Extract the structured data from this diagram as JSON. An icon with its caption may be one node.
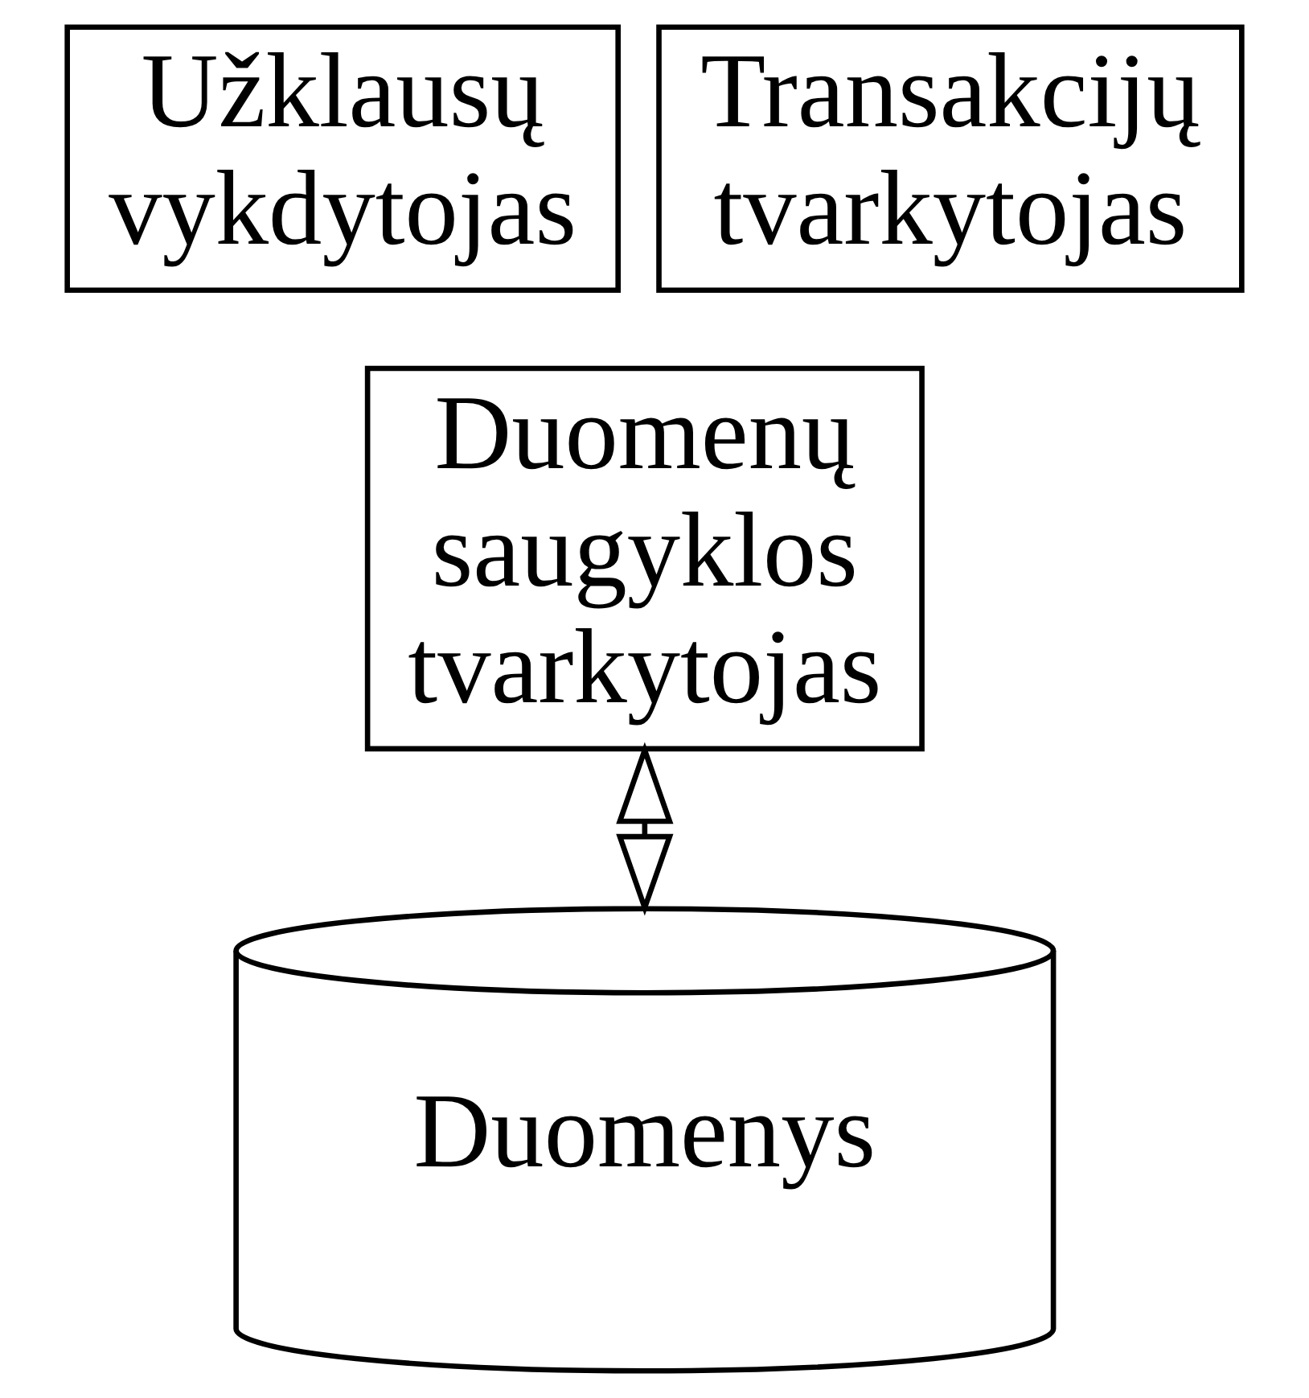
{
  "diagram": {
    "nodes": [
      {
        "text": [
          "Užklausų vykdytojas"
        ]
      },
      {
        "text": [
          "Transakcijų tvarkytojas"
        ]
      },
      {
        "text": [
          "Duomenų saugyklos tvarkytojas"
        ]
      },
      {
        "text": [
          "Duomenys"
        ]
      }
    ],
    "edges": [
      {
        "from": 2,
        "to": 3,
        "arrow": "both"
      }
    ]
  }
}
